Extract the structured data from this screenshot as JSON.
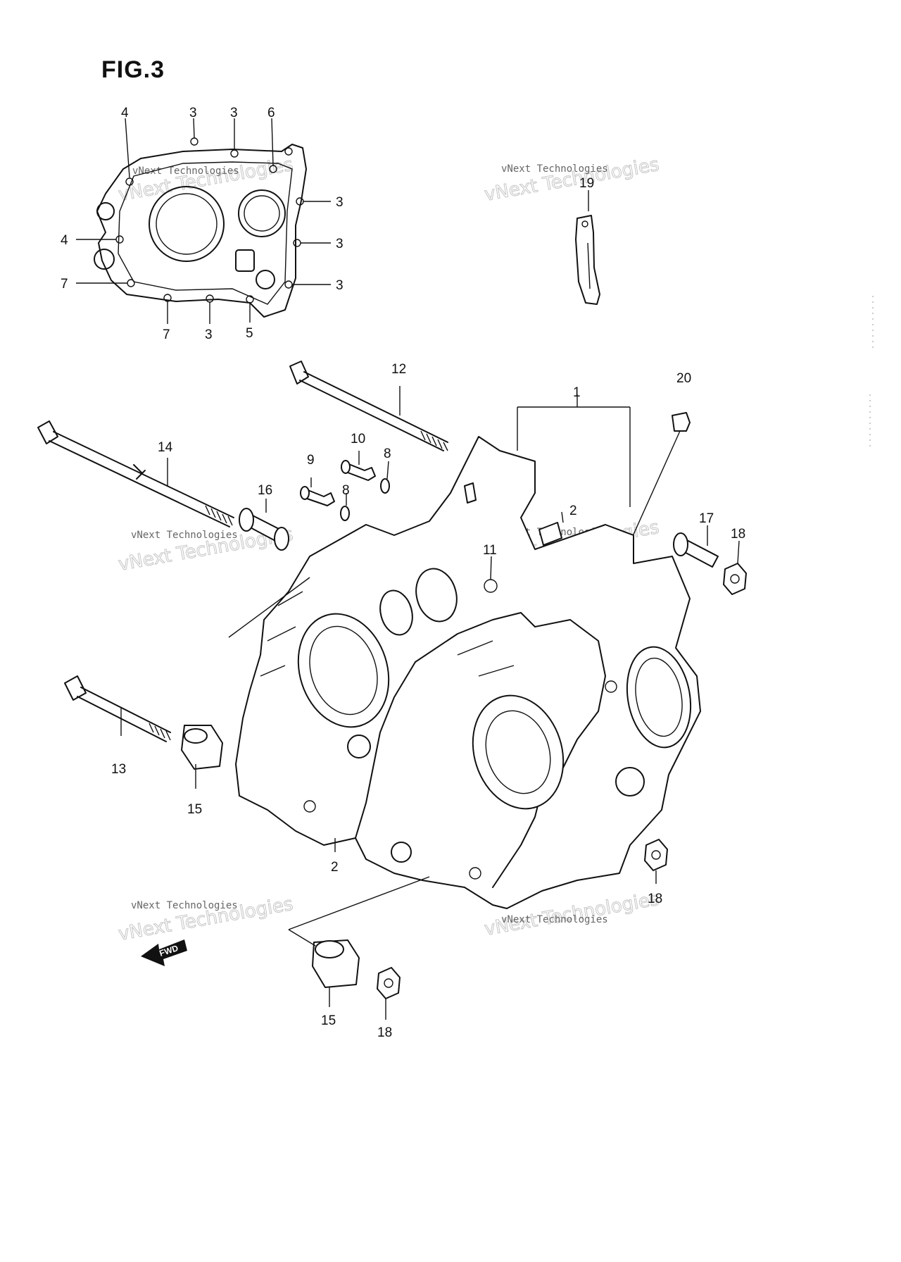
{
  "figure": {
    "title": "FIG.3"
  },
  "watermark": {
    "small": "vNext Technologies",
    "large": "vNext Technologies"
  },
  "fwd_label": "FWD",
  "callouts": [
    {
      "id": "c4a",
      "label": "4"
    },
    {
      "id": "c3a",
      "label": "3"
    },
    {
      "id": "c3b",
      "label": "3"
    },
    {
      "id": "c6",
      "label": "6"
    },
    {
      "id": "c3c",
      "label": "3"
    },
    {
      "id": "c4b",
      "label": "4"
    },
    {
      "id": "c3d",
      "label": "3"
    },
    {
      "id": "c7a",
      "label": "7"
    },
    {
      "id": "c3e",
      "label": "3"
    },
    {
      "id": "c7b",
      "label": "7"
    },
    {
      "id": "c3f",
      "label": "3"
    },
    {
      "id": "c5",
      "label": "5"
    },
    {
      "id": "c19",
      "label": "19"
    },
    {
      "id": "c12",
      "label": "12"
    },
    {
      "id": "c1",
      "label": "1"
    },
    {
      "id": "c20",
      "label": "20"
    },
    {
      "id": "c14",
      "label": "14"
    },
    {
      "id": "c10",
      "label": "10"
    },
    {
      "id": "c8a",
      "label": "8"
    },
    {
      "id": "c9",
      "label": "9"
    },
    {
      "id": "c8b",
      "label": "8"
    },
    {
      "id": "c16",
      "label": "16"
    },
    {
      "id": "c2a",
      "label": "2"
    },
    {
      "id": "c11",
      "label": "11"
    },
    {
      "id": "c17",
      "label": "17"
    },
    {
      "id": "c18a",
      "label": "18"
    },
    {
      "id": "c13",
      "label": "13"
    },
    {
      "id": "c15a",
      "label": "15"
    },
    {
      "id": "c2b",
      "label": "2"
    },
    {
      "id": "c18b",
      "label": "18"
    },
    {
      "id": "c15b",
      "label": "15"
    },
    {
      "id": "c18c",
      "label": "18"
    }
  ]
}
